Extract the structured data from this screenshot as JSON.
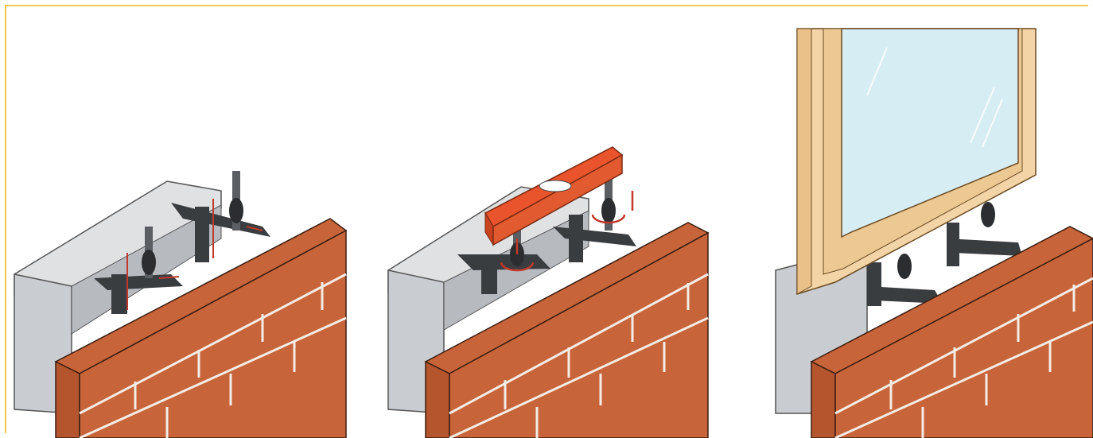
{
  "figure": {
    "panels": [
      {
        "id": "step-1",
        "description": ""
      },
      {
        "id": "step-2",
        "description": ""
      },
      {
        "id": "step-3",
        "description": ""
      }
    ]
  },
  "colors": {
    "border": "#f2c84b",
    "brick": "#c8643a",
    "brick_dark": "#a24a26",
    "mortar": "#f3ede6",
    "concrete": "#c9ccd0",
    "concrete_dark": "#9fa4aa",
    "bracket": "#3a3d40",
    "level": "#e9542c",
    "arrow": "#c0392b",
    "wood": "#f3d4a6",
    "wood_dark": "#d9b07a",
    "glass": "#d7edf4"
  }
}
